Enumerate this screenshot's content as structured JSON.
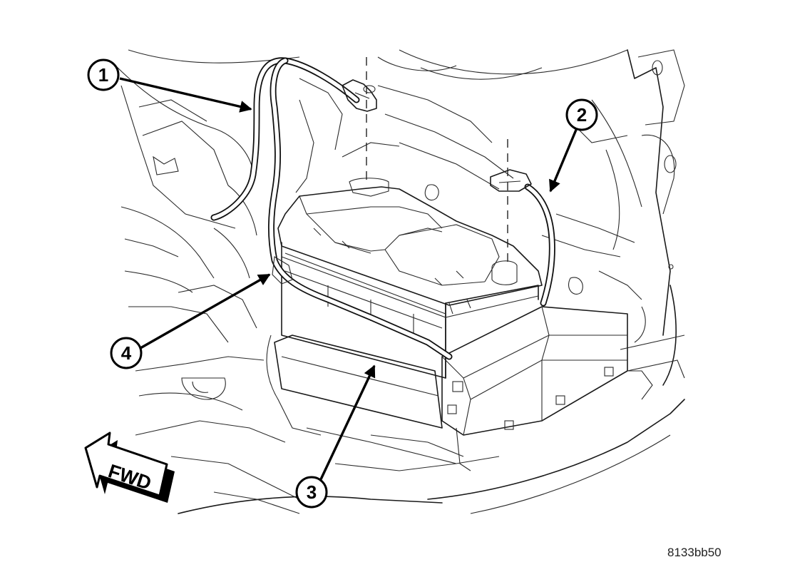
{
  "callouts": [
    {
      "label": "1"
    },
    {
      "label": "2"
    },
    {
      "label": "3"
    },
    {
      "label": "4"
    }
  ],
  "direction_indicator": {
    "label": "FWD"
  },
  "figure_id": "8133bb50"
}
